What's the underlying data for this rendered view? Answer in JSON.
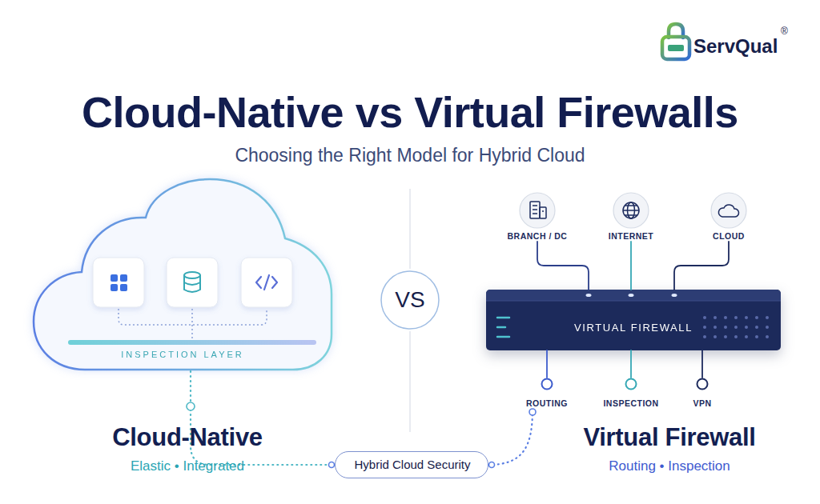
{
  "diagram": {
    "title": "Cloud-Native vs Virtual Firewalls",
    "nodes": [
      {
        "text": [
          "INSPECTION LAYER"
        ]
      },
      {
        "text": [
          "BRANCH / DC"
        ]
      },
      {
        "text": [
          "INTERNET"
        ]
      },
      {
        "text": [
          "CLOUD"
        ]
      },
      {
        "text": [
          "VS"
        ]
      },
      {
        "text": [
          "VIRTUAL FIREWALL"
        ]
      },
      {
        "text": [
          "ROUTING"
        ]
      },
      {
        "text": [
          "INSPECTION"
        ]
      },
      {
        "text": [
          "VPN"
        ]
      },
      {
        "text": [
          "Hybrid Cloud Security"
        ]
      }
    ],
    "edges": [
      {
        "from": 1,
        "to": 5,
        "arrow": "none"
      },
      {
        "from": 2,
        "to": 5,
        "arrow": "none"
      },
      {
        "from": 3,
        "to": 5,
        "arrow": "none"
      },
      {
        "from": 5,
        "to": 6,
        "arrow": "none"
      },
      {
        "from": 5,
        "to": 7,
        "arrow": "none"
      },
      {
        "from": 5,
        "to": 8,
        "arrow": "none"
      },
      {
        "from": 0,
        "to": 9,
        "arrow": "none"
      },
      {
        "from": 6,
        "to": 9,
        "arrow": "none"
      }
    ],
    "labels": [
      "ServQual",
      "®",
      "Choosing the Right Model for Hybrid Cloud",
      "Cloud-Native",
      "Elastic • Integrated",
      "Virtual Firewall",
      "Routing • Inspection"
    ]
  }
}
